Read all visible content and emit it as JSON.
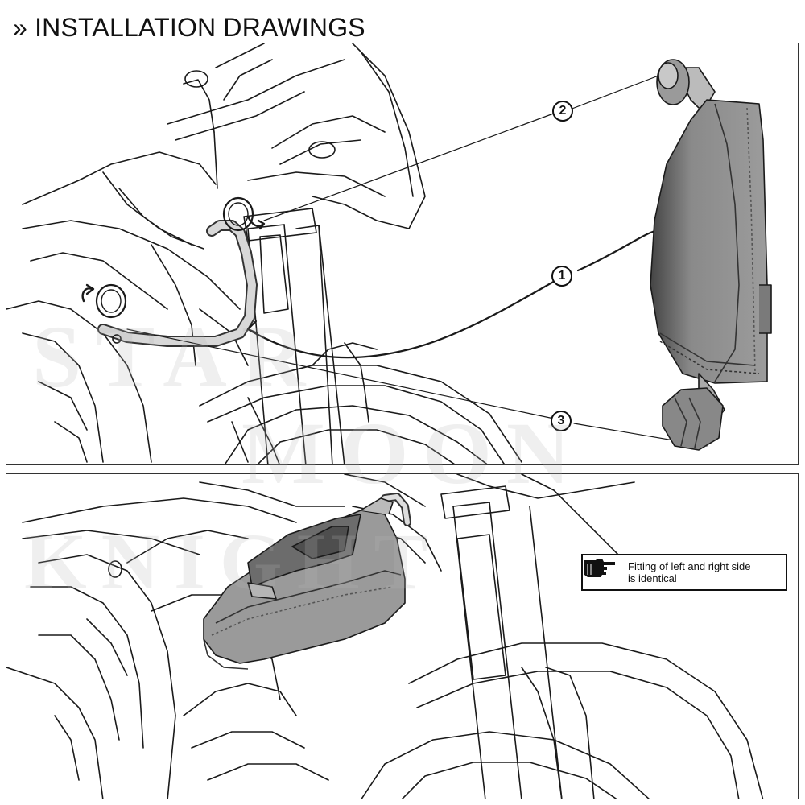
{
  "heading": {
    "text": "» INSTALLATION DRAWINGS"
  },
  "callouts": {
    "item_1": "1",
    "item_2": "2",
    "item_3": "3"
  },
  "note": {
    "line1": "Fitting of left and right side",
    "line2": "is identical",
    "icon": "pointing-hand-icon"
  },
  "watermark": {
    "line1": "STAR",
    "line2": "MOON",
    "line3": "KNIGHT"
  },
  "colors": {
    "bag_fill": "#8e8e8e",
    "bag_dark": "#5a5a5a",
    "line_art": "#1a1a1a"
  }
}
